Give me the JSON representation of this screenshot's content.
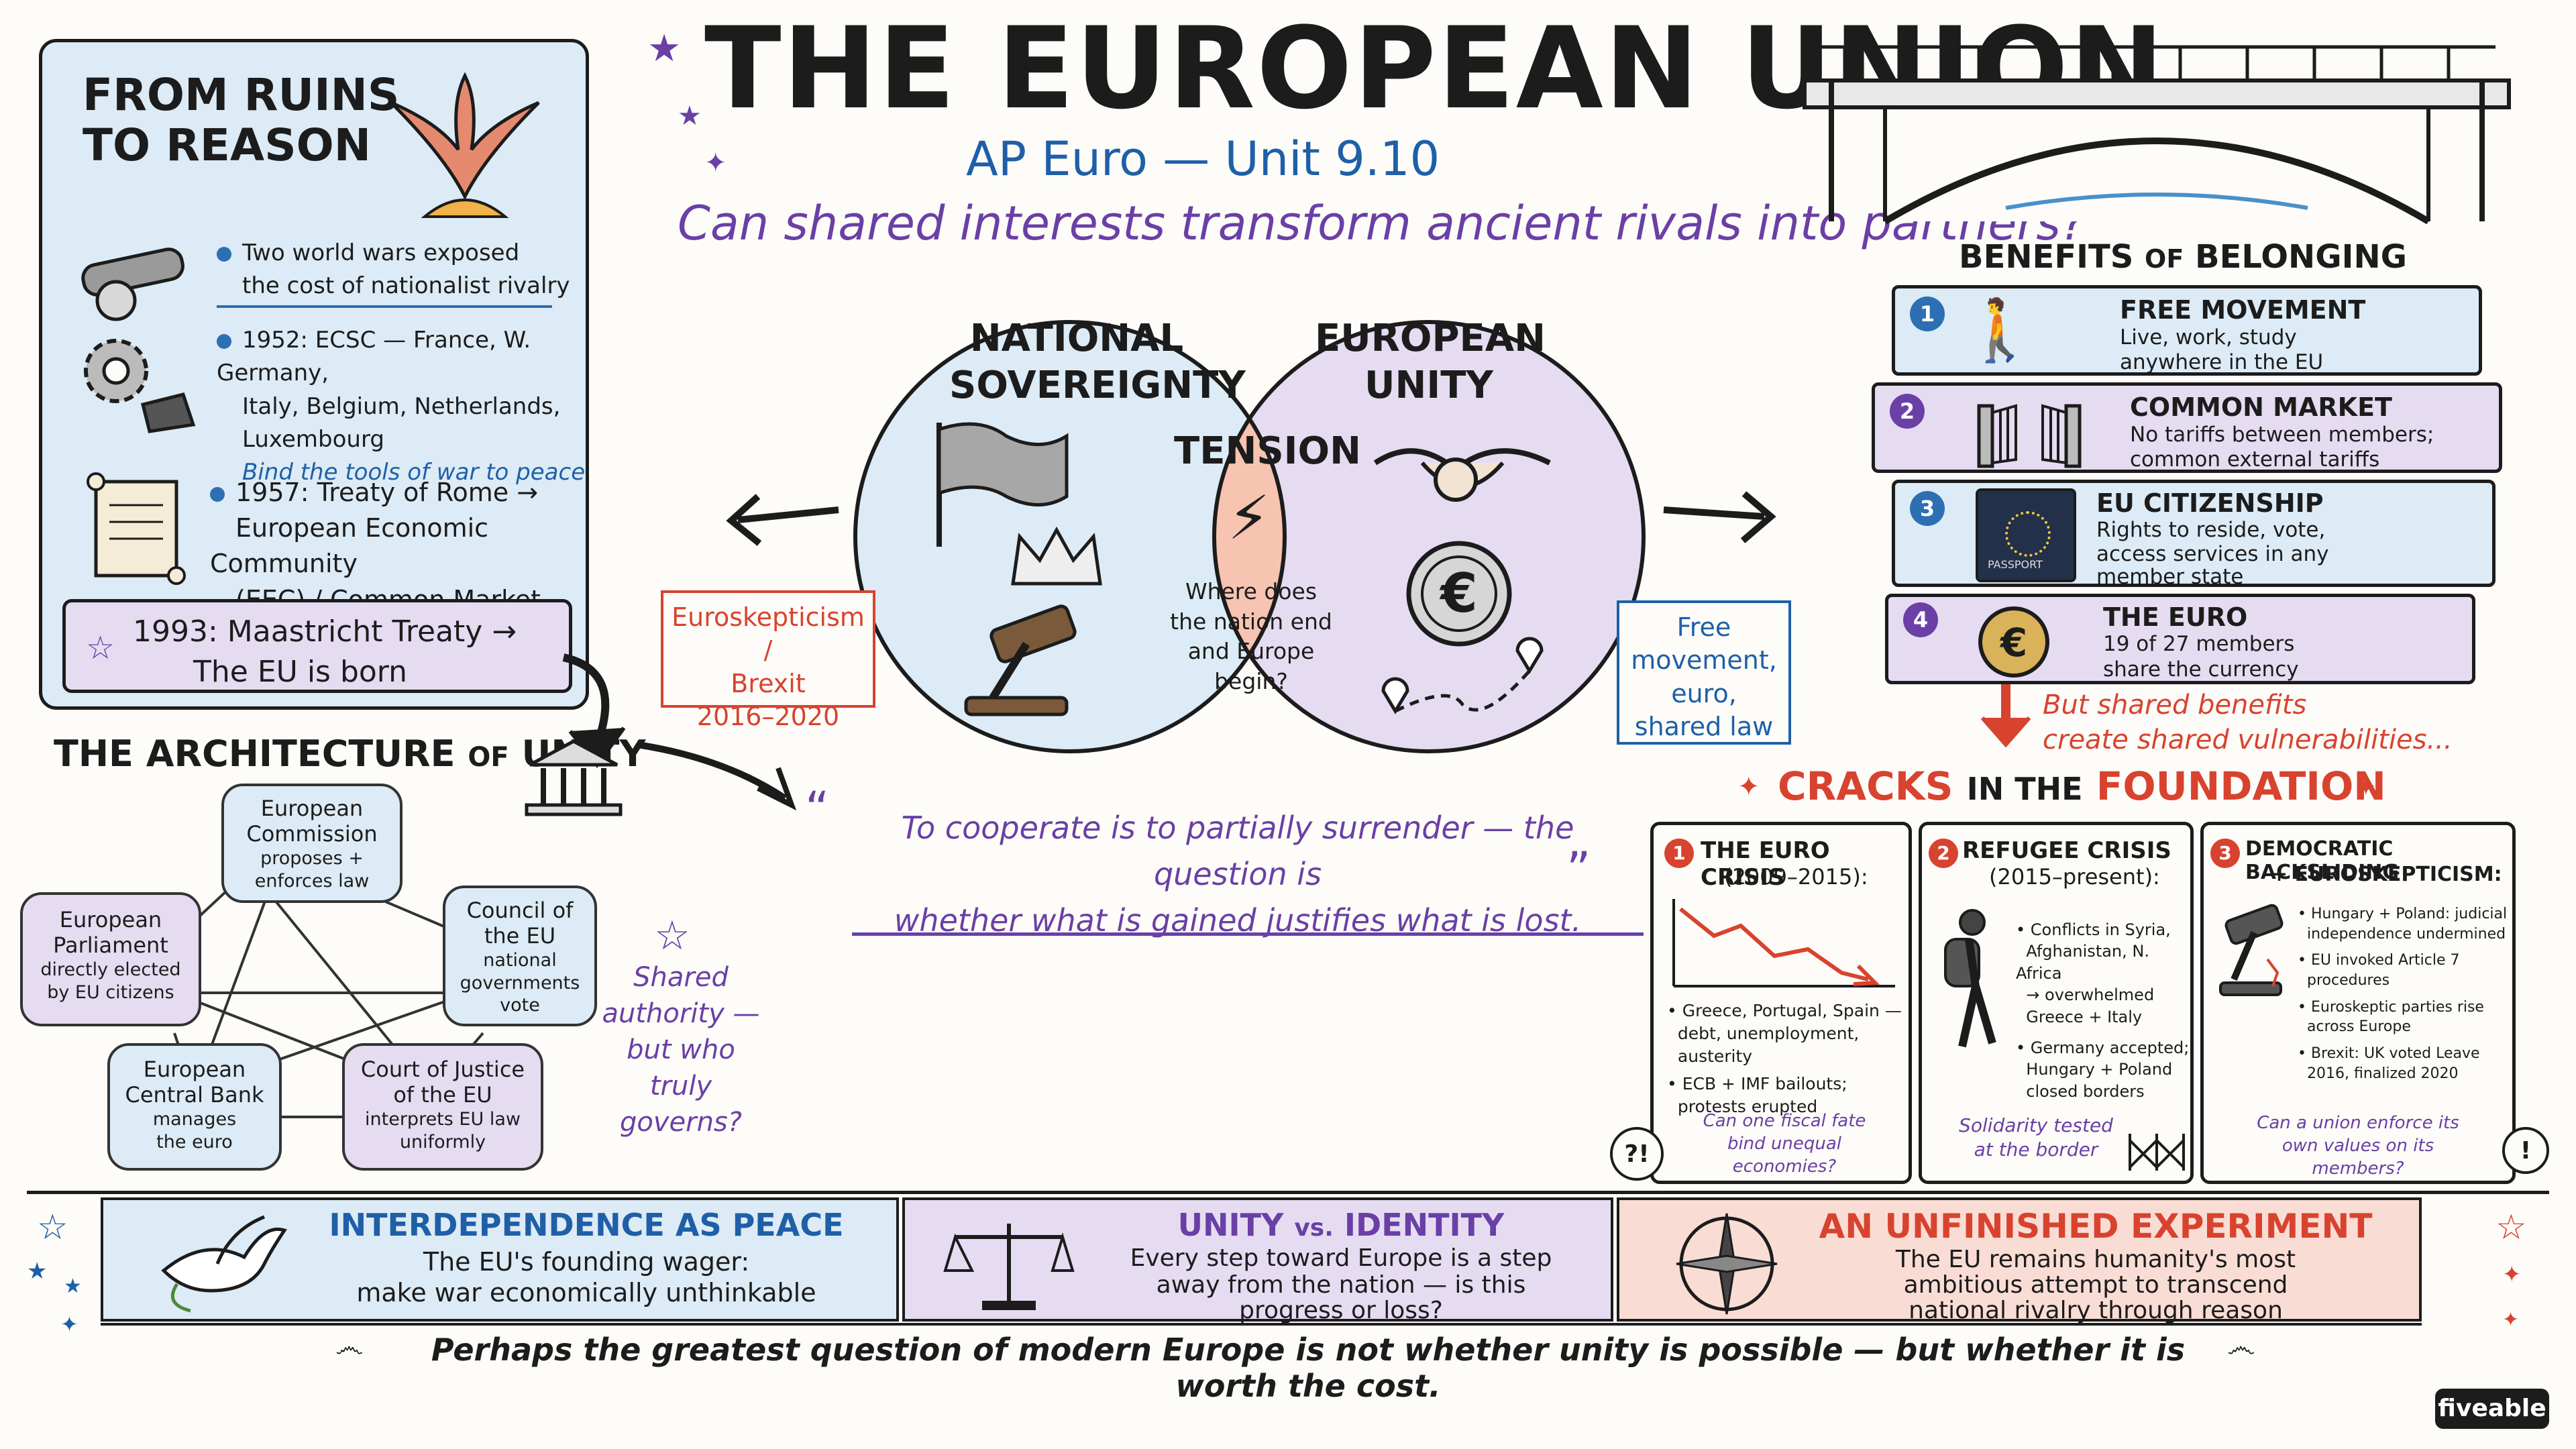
{
  "header": {
    "title": "THE EUROPEAN UNION",
    "subtitle": "AP Euro — Unit 9.10",
    "question": "Can shared interests transform ancient rivals into partners?"
  },
  "ruins": {
    "title_line1": "FROM RUINS",
    "title_line2": "TO REASON",
    "items": [
      {
        "text1": "Two world wars exposed",
        "text2": "the cost of nationalist rivalry"
      },
      {
        "text1": "1952: ECSC — France, W. Germany,",
        "text2": "Italy, Belgium, Netherlands,",
        "text3": "Luxembourg",
        "note": "Bind the tools of war to peace"
      },
      {
        "text1": "1957: Treaty of Rome →",
        "text2": "European Economic Community",
        "text3": "(EEC) / Common Market"
      }
    ],
    "maastricht_line1": "1993: Maastricht Treaty →",
    "maastricht_line2": "The EU is born"
  },
  "architecture": {
    "title_part1": "THE ARCHITECTURE",
    "title_of": "OF",
    "title_part2": "UNITY",
    "nodes": {
      "commission": {
        "name1": "European",
        "name2": "Commission",
        "desc1": "proposes +",
        "desc2": "enforces law"
      },
      "parliament": {
        "name1": "European",
        "name2": "Parliament",
        "desc1": "directly elected",
        "desc2": "by EU citizens"
      },
      "council": {
        "name1": "Council of",
        "name2": "the EU",
        "desc1": "national",
        "desc2": "governments",
        "desc3": "vote"
      },
      "bank": {
        "name1": "European",
        "name2": "Central Bank",
        "desc1": "manages",
        "desc2": "the euro"
      },
      "court": {
        "name1": "Court of Justice",
        "name2": "of the EU",
        "desc1": "interprets EU law",
        "desc2": "uniformly"
      }
    },
    "shared_note": [
      "Shared",
      "authority —",
      "but who",
      "truly",
      "governs?"
    ]
  },
  "venn": {
    "left_title1": "NATIONAL",
    "left_title2": "SOVEREIGNTY",
    "right_title1": "EUROPEAN",
    "right_title2": "UNITY",
    "center_title": "TENSION",
    "center_text": [
      "Where does",
      "the nation end",
      "and Europe",
      "begin?"
    ],
    "left_tag": [
      "Euroskepticism /",
      "Brexit",
      "2016–2020"
    ],
    "right_tag": [
      "Free",
      "movement,",
      "euro,",
      "shared law"
    ],
    "quote1": "To cooperate is to partially surrender — the question is",
    "quote2": "whether what is gained justifies what is lost."
  },
  "benefits": {
    "title_part1": "BENEFITS",
    "title_of": "OF",
    "title_part2": "BELONGING",
    "items": [
      {
        "num": "1",
        "title": "FREE MOVEMENT",
        "d1": "Live, work, study",
        "d2": "anywhere in the EU"
      },
      {
        "num": "2",
        "title": "COMMON MARKET",
        "d1": "No tariffs between members;",
        "d2": "common external tariffs"
      },
      {
        "num": "3",
        "title": "EU CITIZENSHIP",
        "d1": "Rights to reside, vote,",
        "d2": "access services in any",
        "d3": "member state"
      },
      {
        "num": "4",
        "title": "THE EURO",
        "d1": "19 of 27 members",
        "d2": "share the currency"
      }
    ],
    "transition1": "But shared benefits",
    "transition2": "create shared vulnerabilities...",
    "passport_label": "PASSPORT"
  },
  "cracks": {
    "title_part1": "CRACKS",
    "title_in": "IN THE",
    "title_part2": "FOUNDATION",
    "panels": [
      {
        "num": "1",
        "title1": "THE EURO CRISIS",
        "title2": "(2009–2015):",
        "bullets": [
          [
            "Greece, Portugal, Spain —",
            "debt, unemployment,",
            "austerity"
          ],
          [
            "ECB + IMF bailouts;",
            "protests erupted"
          ]
        ],
        "question": [
          "Can one fiscal fate",
          "bind unequal",
          "economies?"
        ]
      },
      {
        "num": "2",
        "title1": "REFUGEE CRISIS",
        "title2": "(2015–present):",
        "bullets": [
          [
            "Conflicts in Syria,",
            "Afghanistan, N. Africa",
            "→ overwhelmed",
            "Greece + Italy"
          ],
          [
            "Germany accepted;",
            "Hungary + Poland",
            "closed borders"
          ]
        ],
        "question": [
          "Solidarity tested",
          "at the border"
        ]
      },
      {
        "num": "3",
        "title1": "DEMOCRATIC BACKSLIDING",
        "title2": "+ EUROSKEPTICISM:",
        "bullets": [
          [
            "Hungary + Poland: judicial",
            "independence undermined"
          ],
          [
            "EU invoked Article 7",
            "procedures"
          ],
          [
            "Euroskeptic parties rise",
            "across Europe"
          ],
          [
            "Brexit: UK voted Leave",
            "2016, finalized 2020"
          ]
        ],
        "question": [
          "Can a union enforce its",
          "own values on its",
          "members?"
        ]
      }
    ],
    "corner_left": "?!",
    "corner_right": "!"
  },
  "bottom": {
    "panels": [
      {
        "title": "INTERDEPENDENCE AS PEACE",
        "l1": "The EU's founding wager:",
        "l2": "make war economically unthinkable"
      },
      {
        "title_part1": "UNITY",
        "title_vs": "vs.",
        "title_part2": "IDENTITY",
        "l1": "Every step toward Europe is a step",
        "l2": "away from the nation — is this",
        "l3": "progress or loss?"
      },
      {
        "title": "AN UNFINISHED EXPERIMENT",
        "l1": "The EU remains humanity's most",
        "l2": "ambitious attempt to transcend",
        "l3": "national rivalry through reason"
      }
    ],
    "closing": "Perhaps the greatest question of modern Europe is not whether unity is possible — but whether it is worth the cost."
  },
  "brand": "fiveable",
  "colors": {
    "blue": "#1f5fa8",
    "purple": "#6a3fa6",
    "red": "#d8432f",
    "light_blue": "#dcebf5",
    "light_purple": "#e5dcf2",
    "light_pink": "#f9ddd4"
  }
}
